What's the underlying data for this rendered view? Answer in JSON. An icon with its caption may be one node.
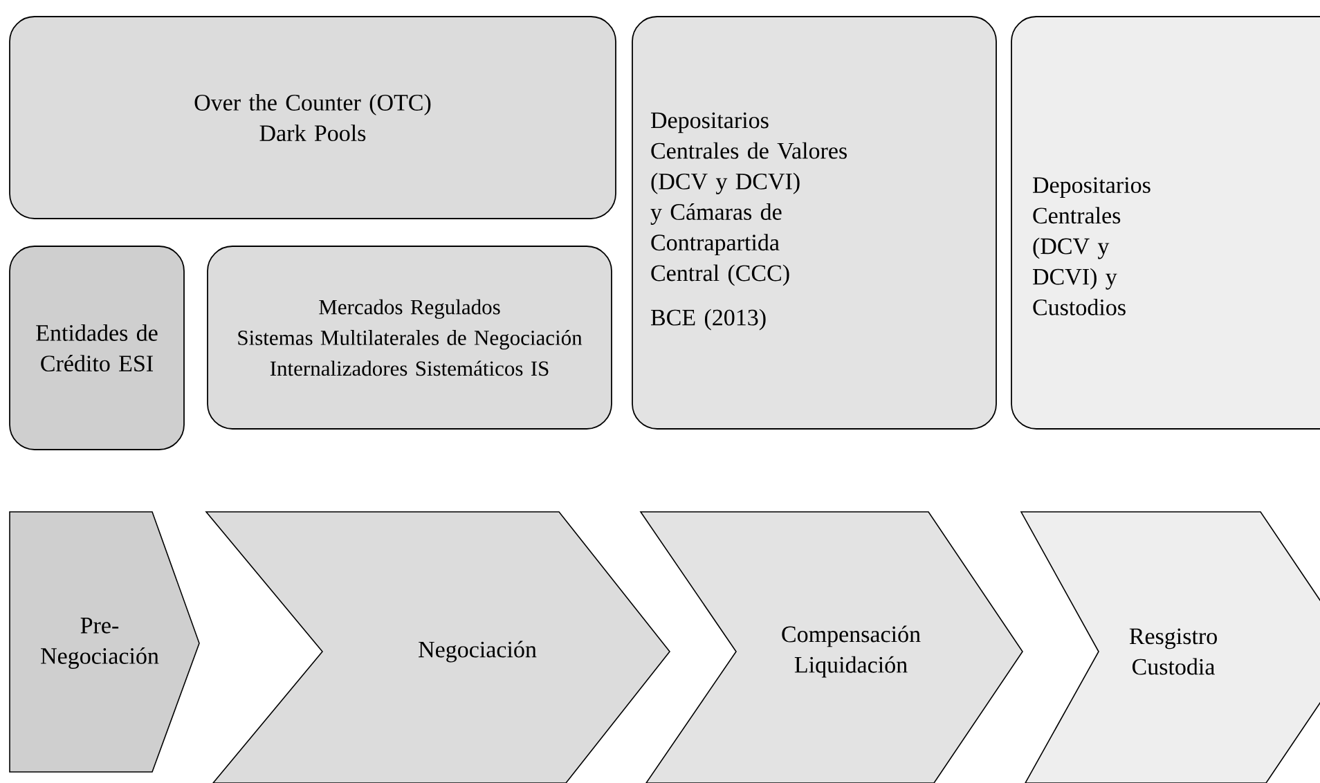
{
  "diagram": {
    "nodes": [
      {
        "text": [
          "Over the Counter (OTC)",
          "Dark Pools"
        ]
      },
      {
        "text": [
          "Entidades de Crédito ESI"
        ]
      },
      {
        "text": [
          "Mercados Regulados",
          "Sistemas Multilaterales de Negociación",
          "Internalizadores Sistemáticos IS"
        ]
      },
      {
        "text": [
          "Depositarios Centrales de Valores (DCV y DCVI) y Cámaras de Contrapartida Central (CCC)",
          "BCE (2013)"
        ]
      },
      {
        "text": [
          "Depositarios Centrales (DCV y DCVI) y Custodios"
        ]
      },
      {
        "text": [
          "Pre-Negociación"
        ]
      },
      {
        "text": [
          "Negociación"
        ]
      },
      {
        "text": [
          "Compensación Liquidación"
        ]
      },
      {
        "text": [
          "Resgistro Custodia"
        ]
      }
    ]
  }
}
